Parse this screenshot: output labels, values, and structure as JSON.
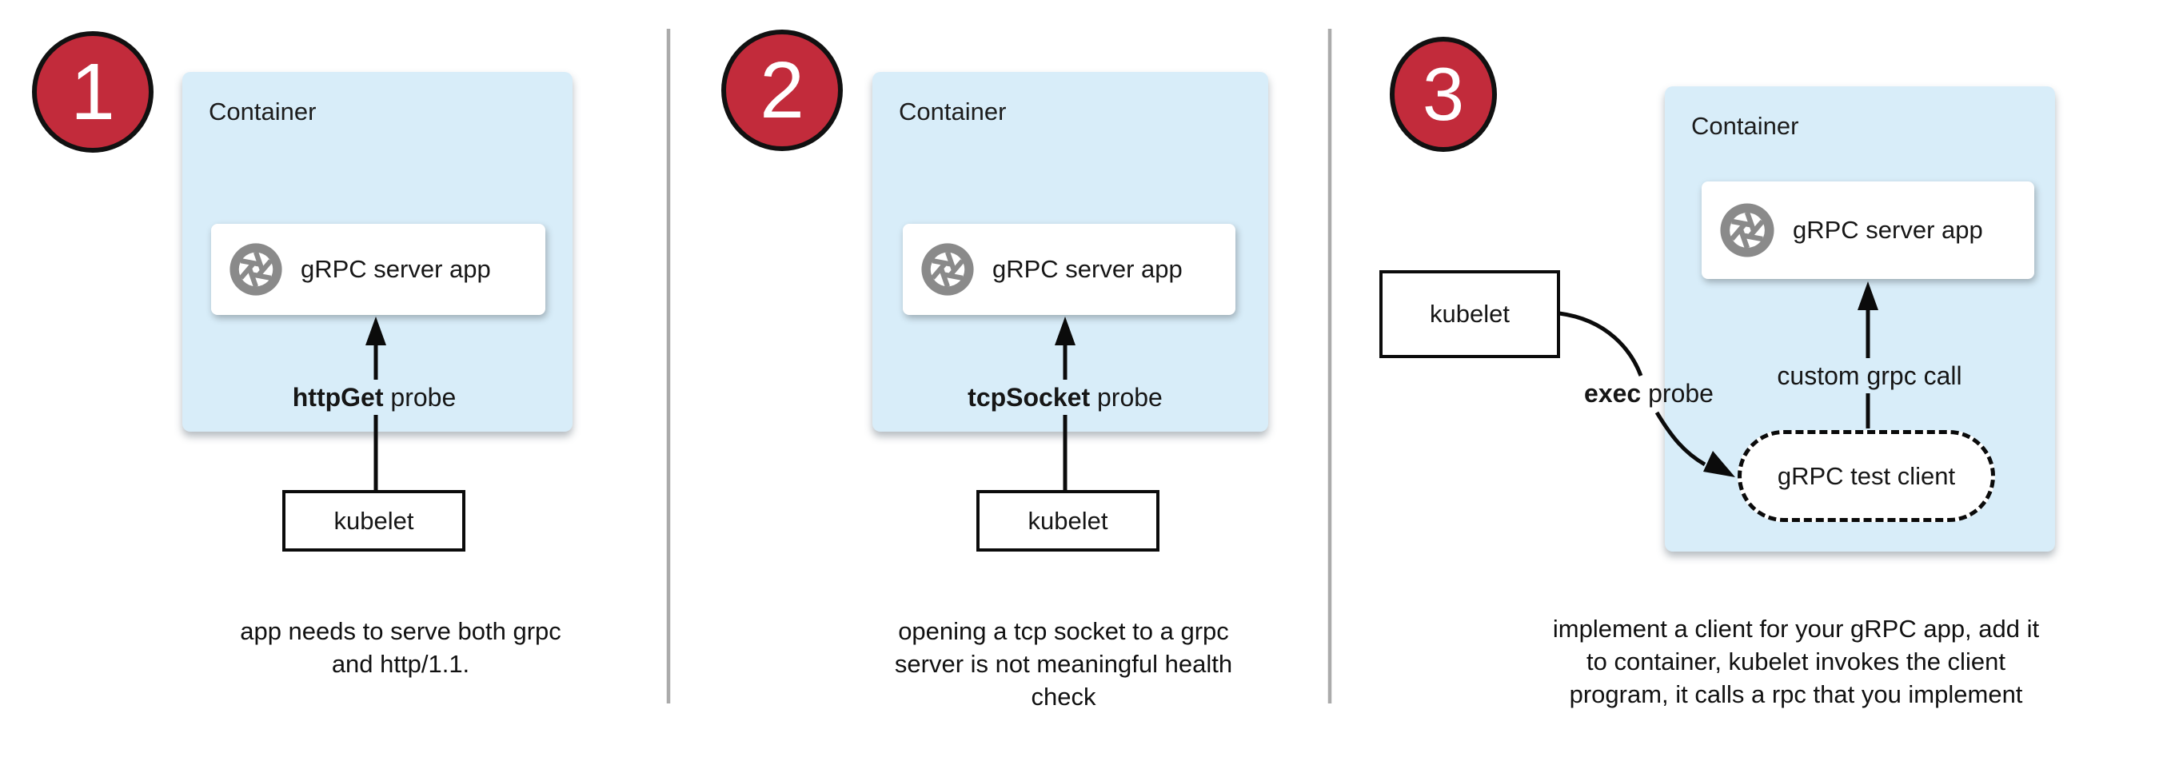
{
  "colors": {
    "badge_red": "#c22b3b",
    "container_blue": "#d8edf9",
    "icon_gray": "#8a8a8a",
    "divider_gray": "#ababab"
  },
  "panels": [
    {
      "number": "1",
      "container_label": "Container",
      "app_label": "gRPC server app",
      "probe_bold": "httpGet",
      "probe_rest": " probe",
      "kubelet_label": "kubelet",
      "caption_lines": [
        "app needs to serve both grpc",
        "and http/1.1."
      ]
    },
    {
      "number": "2",
      "container_label": "Container",
      "app_label": "gRPC server app",
      "probe_bold": "tcpSocket",
      "probe_rest": " probe",
      "kubelet_label": "kubelet",
      "caption_lines": [
        "opening a tcp socket to a grpc",
        "server is not meaningful health",
        "check"
      ]
    },
    {
      "number": "3",
      "container_label": "Container",
      "app_label": "gRPC server app",
      "probe_bold": "exec",
      "probe_rest": " probe",
      "kubelet_label": "kubelet",
      "custom_call_label": "custom grpc call",
      "test_client_label": "gRPC test client",
      "caption_lines": [
        "implement a client for your gRPC app, add it",
        "to container, kubelet invokes the client",
        "program, it calls a rpc that you implement"
      ]
    }
  ]
}
